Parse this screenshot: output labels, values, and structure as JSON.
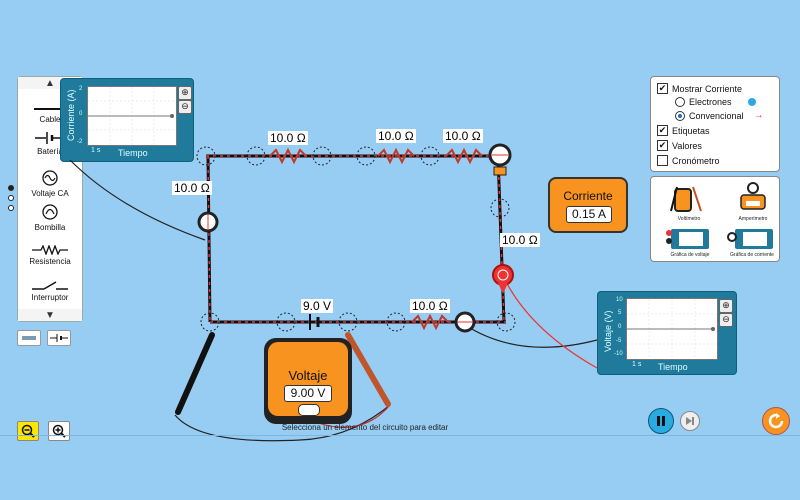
{
  "toolbox": {
    "items": [
      {
        "label": "Cable",
        "icon": "wire-icon"
      },
      {
        "label": "Batería",
        "icon": "battery-icon"
      },
      {
        "label": "Voltaje CA",
        "icon": "ac-voltage-icon"
      },
      {
        "label": "Bombilla",
        "icon": "light-bulb-icon"
      },
      {
        "label": "Resistencia",
        "icon": "resistor-icon"
      },
      {
        "label": "Interruptor",
        "icon": "switch-icon"
      }
    ]
  },
  "current_chart": {
    "ylabel": "Corriente (A)",
    "xlabel": "Tiempo",
    "scale": "1 s",
    "ticks": [
      "2",
      "0",
      "-2"
    ]
  },
  "voltage_chart": {
    "ylabel": "Voltaje (V)",
    "xlabel": "Tiempo",
    "scale": "1 s",
    "ticks": [
      "10",
      "5",
      "0",
      "-5",
      "-10"
    ]
  },
  "circuit": {
    "labels": {
      "r1": "10.0 Ω",
      "r2": "10.0 Ω",
      "r3": "10.0 Ω",
      "r4": "10.0 Ω",
      "r5": "10.0 Ω",
      "r6": "10.0 Ω",
      "battery": "9.0 V"
    }
  },
  "ammeter": {
    "title": "Corriente",
    "value": "0.15 A"
  },
  "voltmeter": {
    "title": "Voltaje",
    "value": "9.00 V"
  },
  "options": {
    "show_current": "Mostrar Corriente",
    "electrons": "Electrones",
    "conventional": "Convencional",
    "labels": "Etiquetas",
    "values": "Valores",
    "stopwatch": "Cronómetro"
  },
  "sensors": {
    "voltmeter": "Voltímetro",
    "ammeter": "Amperímetro",
    "voltage_chart": "Gráfica de voltaje",
    "current_chart": "Gráfica de corriente"
  },
  "status": "Selecciona un elemento del circuito para editar",
  "colors": {
    "background": "#98cdf3",
    "meter": "#f7931e",
    "wire_current": "#ff2a2a",
    "accent": "#1f7a9c"
  }
}
